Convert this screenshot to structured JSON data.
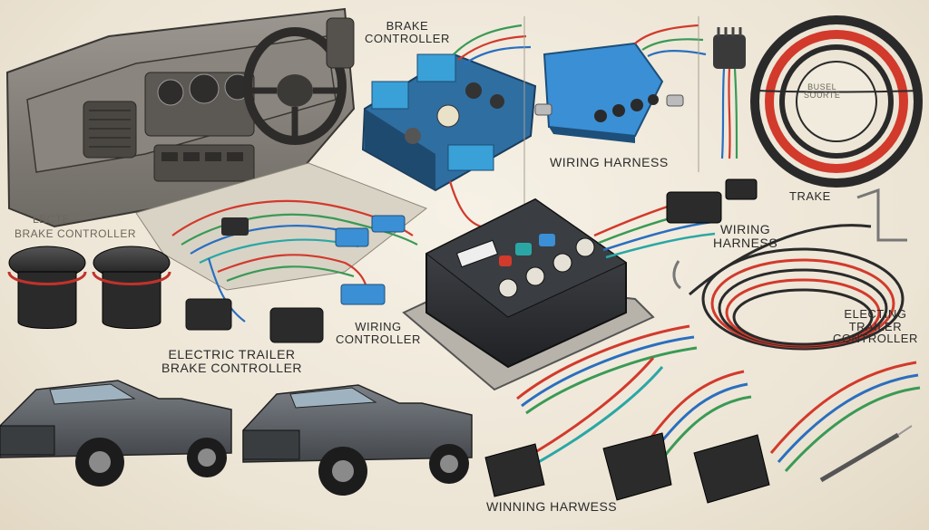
{
  "labels": {
    "brake_controller_top": "BRAKE\nCONTROLLER",
    "wiring_harness_mid": "WIRING HARNESS",
    "trake": "TRAKE",
    "wiring_harness_right": "WIRING\nHARNESS",
    "lecte": "LECTE",
    "brake_controller_left": "BRAKE CONTROLLER",
    "wiring_controller": "WIRING\nCONTROLLER",
    "electric_trailer": "ELECTRIC TRAILER\nBRAKE CONTROLLER",
    "electing_controller": "ELECTING\nTRAILER\nCONTROLLER",
    "wining_harwess": "WINNING HARWESS",
    "spool_text": "BUSEL\nSOURTE"
  },
  "colors": {
    "background": "#efe9dd",
    "ink": "#2b2b2b",
    "blue_connector": "#3b8fd4",
    "wire_red": "#d23a2c",
    "wire_green": "#3a9a55",
    "wire_blue": "#2a6fbf",
    "wire_teal": "#2aa7a5",
    "truck_gray": "#5a5e63"
  }
}
